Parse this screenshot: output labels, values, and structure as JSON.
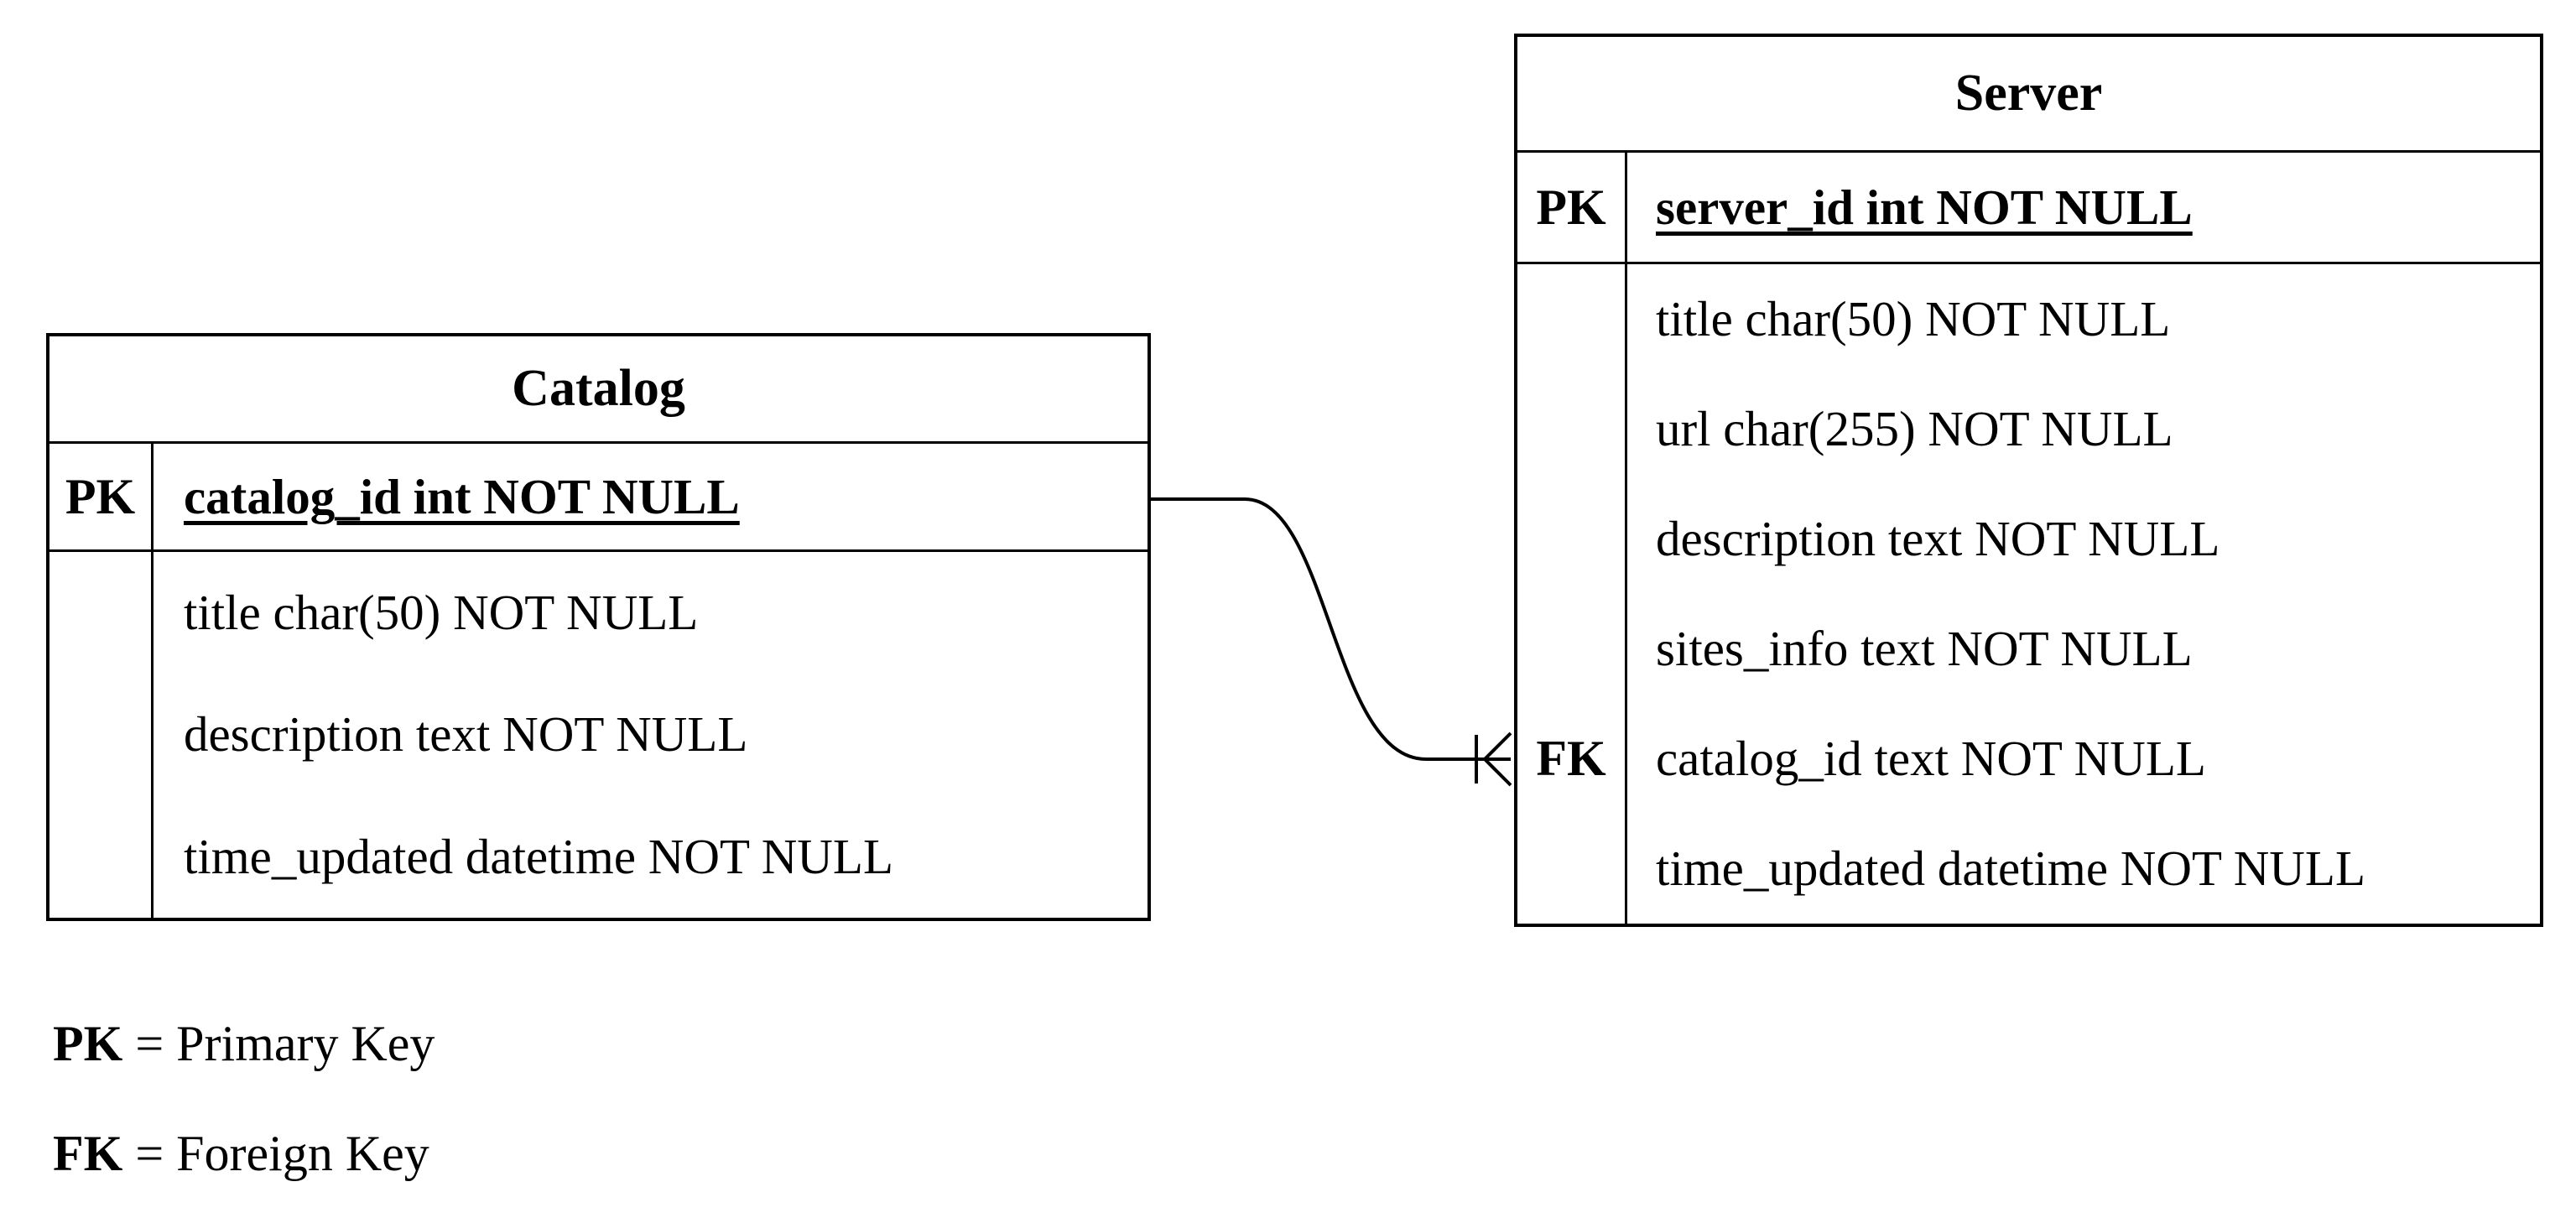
{
  "diagram": {
    "type": "entity-relationship",
    "background": "#ffffff",
    "line_color": "#000000",
    "text_color": "#000000"
  },
  "entities": [
    {
      "name": "Catalog",
      "rows": [
        {
          "key": "PK",
          "text": "catalog_id int NOT NULL"
        },
        {
          "key": "",
          "text": "title char(50) NOT NULL"
        },
        {
          "key": "",
          "text": "description text NOT NULL"
        },
        {
          "key": "",
          "text": "time_updated datetime NOT NULL"
        }
      ]
    },
    {
      "name": "Server",
      "rows": [
        {
          "key": "PK",
          "text": "server_id int NOT NULL"
        },
        {
          "key": "",
          "text": "title char(50) NOT NULL"
        },
        {
          "key": "",
          "text": "url char(255) NOT NULL"
        },
        {
          "key": "",
          "text": "description text NOT NULL"
        },
        {
          "key": "",
          "text": "sites_info text NOT NULL"
        },
        {
          "key": "FK",
          "text": "catalog_id text NOT NULL"
        },
        {
          "key": "",
          "text": "time_updated datetime NOT NULL"
        }
      ]
    }
  ],
  "relationship": {
    "from": "Catalog.catalog_id",
    "to": "Server.catalog_id",
    "cardinality": "one-to-many",
    "many_end": "Server"
  },
  "legend": [
    {
      "abbr": "PK",
      "equals": "=",
      "meaning": "Primary Key"
    },
    {
      "abbr": "FK",
      "equals": "=",
      "meaning": "Foreign Key"
    }
  ]
}
